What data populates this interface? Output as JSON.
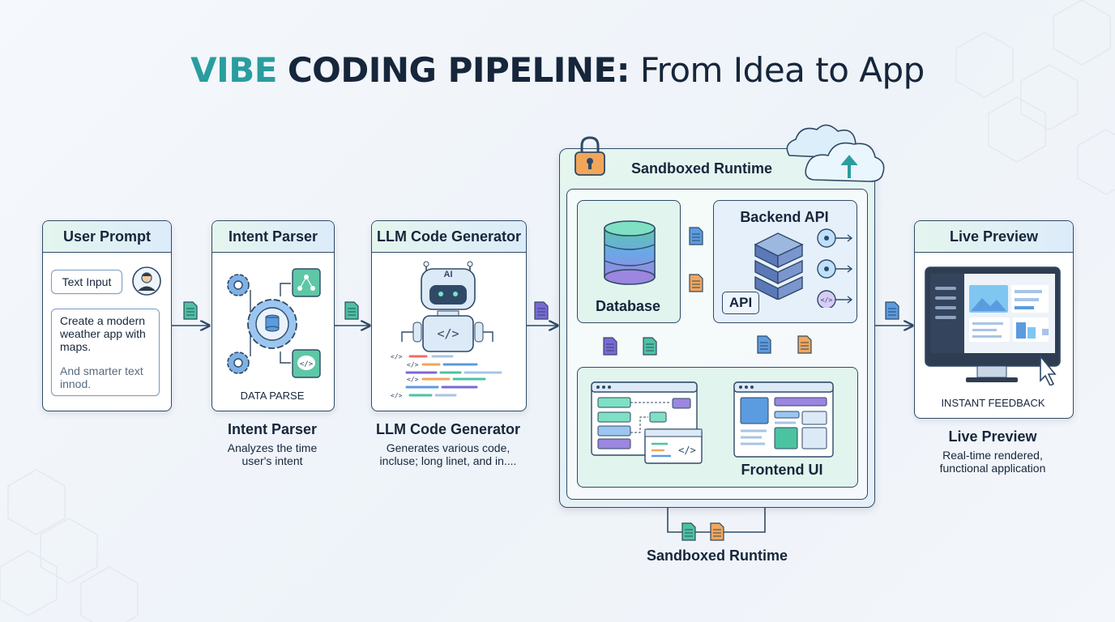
{
  "title": {
    "part1": "VIBE",
    "part2": "CODING PIPELINE:",
    "part3": "From Idea to App"
  },
  "stages": {
    "user_prompt": {
      "header": "User Prompt",
      "input_label": "Text Input",
      "prompt_text": "Create a modern weather app with maps.",
      "extra_text": "And smarter text innod."
    },
    "intent_parser": {
      "header": "Intent Parser",
      "footer": "DATA PARSE",
      "caption_title": "Intent Parser",
      "caption_sub": "Analyzes the time user's intent"
    },
    "llm_generator": {
      "header": "LLM Code Generator",
      "robot_tag": "AI",
      "caption_title": "LLM Code Generator",
      "caption_sub": "Generates various code, incluse; long linet, and in...."
    },
    "sandbox": {
      "header": "Sandboxed Runtime",
      "database_label": "Database",
      "backend_label": "Backend API",
      "api_tag": "API",
      "frontend_label": "Frontend UI",
      "caption_title": "Sandboxed Runtime"
    },
    "live_preview": {
      "header": "Live Preview",
      "footer": "INSTANT FEEDBACK",
      "caption_title": "Live Preview",
      "caption_sub": "Real-time rendered, functional application"
    }
  },
  "colors": {
    "teal": "#2a9d9f",
    "navy": "#16263b",
    "purple": "#7b68d6",
    "orange": "#f2a65a",
    "green": "#4cc3a0",
    "blue": "#5b9be0"
  },
  "icons": [
    "document-icon",
    "gear-icon",
    "database-icon",
    "robot-icon",
    "code-icon",
    "lock-icon",
    "cloud-upload-icon",
    "server-icon",
    "monitor-icon",
    "cursor-icon",
    "user-avatar-icon"
  ]
}
